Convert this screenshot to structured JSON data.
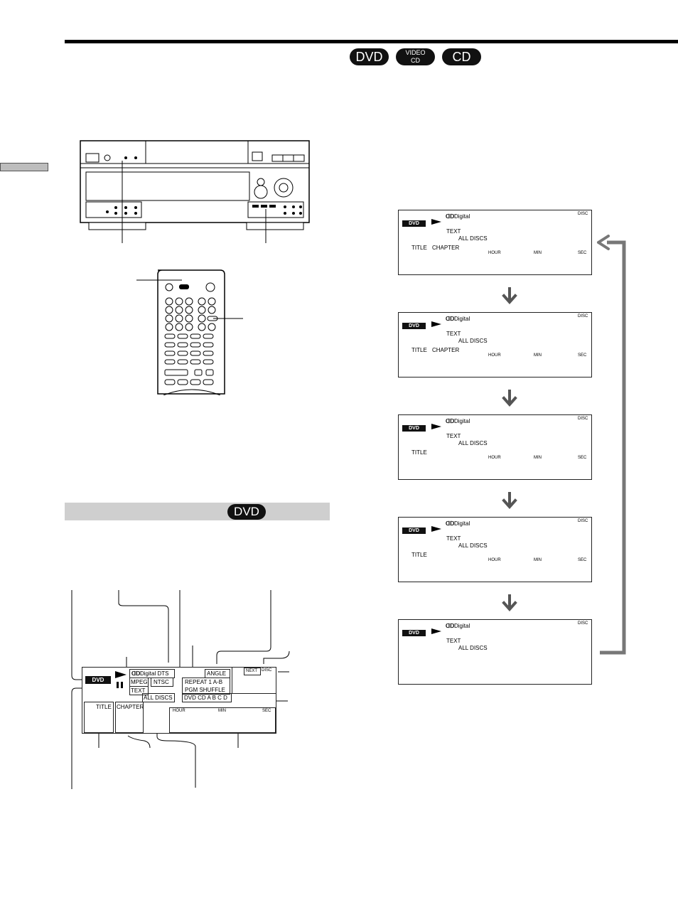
{
  "badges": {
    "dvd": "DVD",
    "video_cd_top": "VIDEO",
    "video_cd_bottom": "CD",
    "cd": "CD"
  },
  "section_badge": "DVD",
  "panels": [
    {
      "digital": "Digital",
      "disc": "DISC",
      "badge": "DVD",
      "text": "TEXT",
      "all_discs": "ALL DISCS",
      "title": "TITLE",
      "chapter": "CHAPTER",
      "hour": "HOUR",
      "min": "MIN",
      "sec": "SEC"
    },
    {
      "digital": "Digital",
      "disc": "DISC",
      "badge": "DVD",
      "text": "TEXT",
      "all_discs": "ALL DISCS",
      "title": "TITLE",
      "chapter": "CHAPTER",
      "hour": "HOUR",
      "min": "MIN",
      "sec": "SEC"
    },
    {
      "digital": "Digital",
      "disc": "DISC",
      "badge": "DVD",
      "text": "TEXT",
      "all_discs": "ALL DISCS",
      "title": "TITLE",
      "hour": "HOUR",
      "min": "MIN",
      "sec": "SEC"
    },
    {
      "digital": "Digital",
      "disc": "DISC",
      "badge": "DVD",
      "text": "TEXT",
      "all_discs": "ALL DISCS",
      "title": "TITLE",
      "hour": "HOUR",
      "min": "MIN",
      "sec": "SEC"
    },
    {
      "digital": "Digital",
      "disc": "DISC",
      "badge": "DVD",
      "text": "TEXT",
      "all_discs": "ALL DISCS"
    }
  ],
  "big_display": {
    "badge": "DVD",
    "digital_dts": "Digital DTS",
    "angle": "ANGLE",
    "next": "NEXT",
    "disc": "DISC",
    "mpeg": "MPEG",
    "ntsc": "NTSC",
    "repeat": "REPEAT 1 A-B",
    "pgm_shuffle": "PGM SHUFFLE",
    "text": "TEXT",
    "dvd_cd_abcd": "DVD CD A B C D",
    "all_discs": "ALL DISCS",
    "title": "TITLE",
    "chapter": "CHAPTER",
    "hour": "HOUR",
    "min": "MIN",
    "sec": "SEC"
  }
}
